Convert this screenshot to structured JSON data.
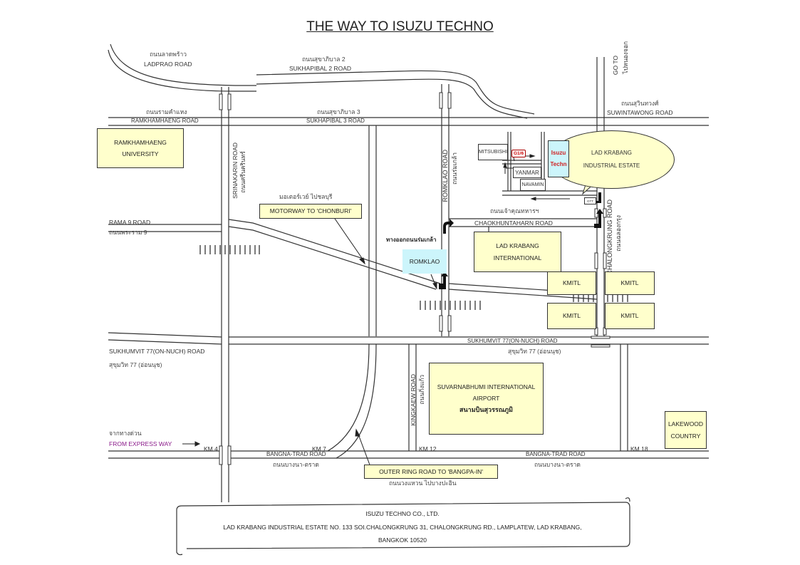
{
  "title": "THE WAY TO ISUZU TECHNO",
  "roads": {
    "ladprao": {
      "en": "LADPRAO ROAD",
      "th": "ถนนลาดพร้าว"
    },
    "sukhapibal2": {
      "en": "SUKHAPIBAL 2 ROAD",
      "th": "ถนนสุขาภิบาล 2"
    },
    "ramkhamhaeng": {
      "en": "RAMKHAMHAENG ROAD",
      "th": "ถนนรามคำแหง"
    },
    "sukhapibal3": {
      "en": "SUKHAPIBAL 3 ROAD",
      "th": "ถนนสุขาภิบาล 3"
    },
    "suwintawong": {
      "en": "SUWINTAWONG ROAD",
      "th": "ถนนสุวินทวงศ์"
    },
    "goto": {
      "en": "GO TO",
      "th": "ไปหนองจอก"
    },
    "srinakarin": {
      "en": "SRINAKARIN ROAD",
      "th": "ถนนศรีนครินทร์"
    },
    "romklao": {
      "en": "ROMKLAO ROAD",
      "th": "ถนนร่มเกล้า"
    },
    "rama9": {
      "en": "RAMA 9 ROAD",
      "th": "ถนนพระราม 9"
    },
    "motorway_th": "มอเตอร์เวย์ ไปชลบุรี",
    "chaokhuntaharn": {
      "en": "CHAOKHUNTAHARN ROAD",
      "th": "ถนนเจ้าคุณทหารฯ"
    },
    "chalongkrung": {
      "en": "CHALONGKRUNG ROAD",
      "th": "ถนนฉลองกรุง"
    },
    "romklao_exit_th": "ทางออกถนนร่มเกล้า",
    "sukhumvit77": {
      "en": "SUKHUMVIT 77(ON-NUCH) ROAD",
      "th": "สุขุมวิท 77 (อ่อนนุช)"
    },
    "sukhumvit77_right": {
      "en": "SUKHUMVIT 77(ON-NUCH) ROAD",
      "th": "สุขุมวิท 77 (อ่อนนุช)"
    },
    "kingkaew": {
      "en": "KINGKAEW ROAD",
      "th": "ถนนกิ่งแก้ว"
    },
    "bangna_left": {
      "en": "BANGNA-TRAD ROAD",
      "th": "ถนนบางนา-ตราด"
    },
    "bangna_right": {
      "en": "BANGNA-TRAD ROAD",
      "th": "ถนนบางนา-ตราด"
    },
    "expressway": {
      "en": "FROM EXPRESS WAY",
      "th": "จากทางด่วน"
    },
    "outer_ring_th": "ถนนวงแหวน ไปบางปะอิน"
  },
  "km_markers": [
    "KM 4",
    "KM 7",
    "KM 12",
    "KM 18"
  ],
  "landmarks": {
    "ramkhamhaeng_univ": [
      "RAMKHAMHAENG",
      "UNIVERSITY"
    ],
    "motorway": "MOTORWAY TO  'CHONBURI'",
    "romklao": "ROMKLAO",
    "ladkrabang_intl": [
      "LAD KRABANG",
      "INTERNATIONAL"
    ],
    "kmitl": "KMITL",
    "airport": [
      "SUVARNABHUMI   INTERNATIONAL",
      "AIRPORT",
      "สนามบินสุวรรณภูมิ"
    ],
    "lakewood": [
      "LAKEWOOD",
      "COUNTRY"
    ],
    "outer_ring": "OUTER RING ROAD TO 'BANGPA-IN'",
    "estate_callout": [
      "LAD KRABANG",
      "INDUSTRIAL ESTATE"
    ],
    "mitsubishi": "MITSUBISHI",
    "g16": "G1/6",
    "isuzu": [
      "Isuzu",
      "Techn"
    ],
    "yanmar": "YANMAR",
    "navamin": "NAVAMIN",
    "gate": "GTT"
  },
  "footer": {
    "company": "ISUZU TECHNO CO., LTD.",
    "address": "LAD KRABANG INDUSTRIAL ESTATE  NO. 133 SOI.CHALONGKRUNG 31, CHALONGKRUNG RD., LAMPLATEW, LAD KRABANG,",
    "city": "BANGKOK 10520"
  }
}
